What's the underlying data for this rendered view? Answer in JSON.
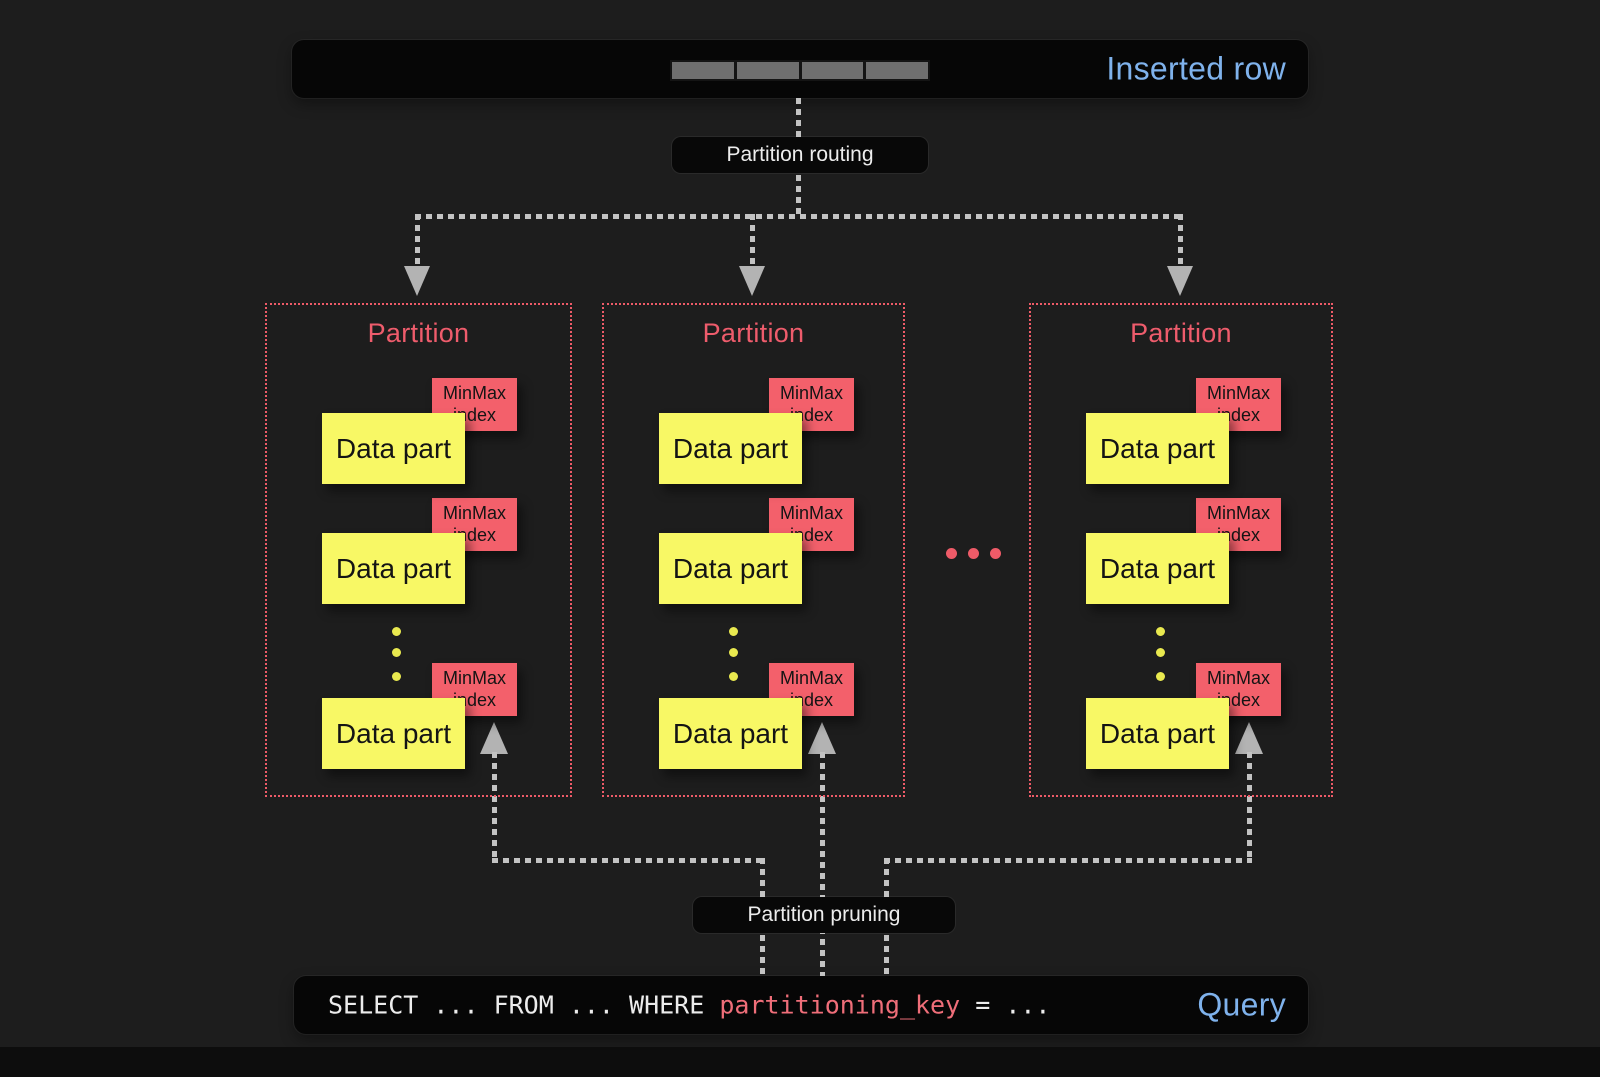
{
  "colors": {
    "background": "#1d1d1d",
    "bar_background": "#060606",
    "accent_salmon": "#ee5b68",
    "minmax_fill": "#f3606b",
    "datapart_yellow": "#f8f865",
    "label_blue": "#7fb2ec",
    "connector_gray": "#c3c3c3"
  },
  "inserted_row_bar": {
    "label": "Inserted row",
    "segment_count": 4
  },
  "flow": {
    "routing_label": "Partition routing",
    "pruning_label": "Partition pruning"
  },
  "partitions": [
    {
      "title": "Partition",
      "parts": [
        {
          "name": "Data part",
          "index_label": "MinMax index"
        },
        {
          "name": "Data part",
          "index_label": "MinMax index"
        },
        {
          "name": "Data part",
          "index_label": "MinMax index"
        }
      ]
    },
    {
      "title": "Partition",
      "parts": [
        {
          "name": "Data part",
          "index_label": "MinMax index"
        },
        {
          "name": "Data part",
          "index_label": "MinMax index"
        },
        {
          "name": "Data part",
          "index_label": "MinMax index"
        }
      ]
    },
    {
      "title": "Partition",
      "parts": [
        {
          "name": "Data part",
          "index_label": "MinMax index"
        },
        {
          "name": "Data part",
          "index_label": "MinMax index"
        },
        {
          "name": "Data part",
          "index_label": "MinMax index"
        }
      ]
    }
  ],
  "more_partitions_ellipsis": "...",
  "query_bar": {
    "sql": [
      {
        "text": "SELECT ... FROM ... WHERE "
      },
      {
        "text": "partitioning_key"
      },
      {
        "text": " = ..."
      }
    ],
    "label": "Query"
  }
}
